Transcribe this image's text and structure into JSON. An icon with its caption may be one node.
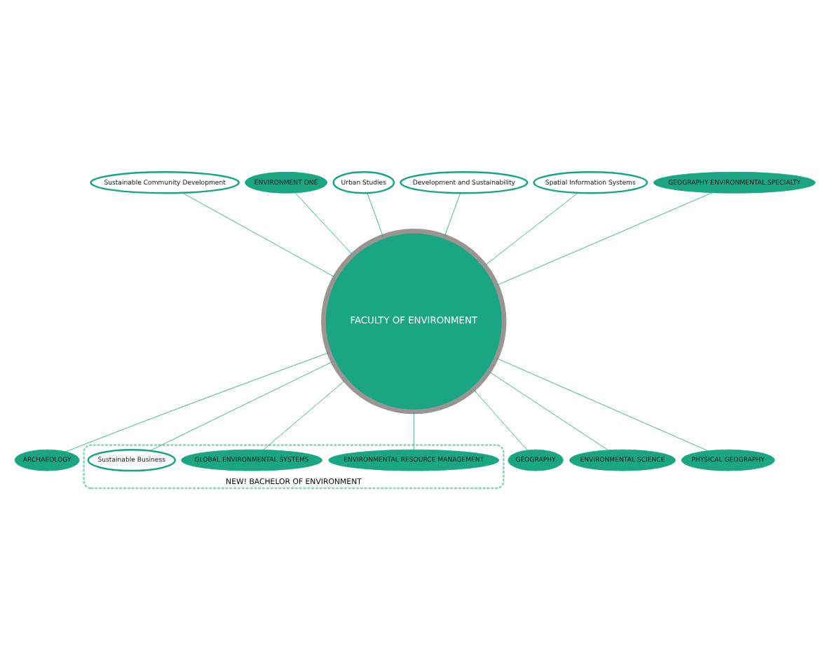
{
  "diagram": {
    "nodes": [
      {
        "text": [
          "Sustainable Community Development"
        ]
      },
      {
        "text": [
          "ENVIRONMENT ONE"
        ]
      },
      {
        "text": [
          "Urban Studies"
        ]
      },
      {
        "text": [
          "Development and Sustainability"
        ]
      },
      {
        "text": [
          "Spatial Information Systems"
        ]
      },
      {
        "text": [
          "GEOGRAPHY ENVIRONMENTAL SPECIALTY"
        ]
      },
      {
        "text": [
          "FACULTY OF ENVIRONMENT"
        ]
      },
      {
        "text": [
          "ARCHAEOLOGY"
        ]
      },
      {
        "text": [
          "NEW! BACHELOR OF ENVIRONMENT"
        ]
      },
      {
        "text": [
          "ENVIRONMENTAL RESOURCE MANAGEMENT"
        ],
        "in": 8
      },
      {
        "text": [
          "GLOBAL ENVIRONMENTAL SYSTEMS"
        ],
        "in": 8
      },
      {
        "text": [
          "GEOGRAPHY"
        ]
      },
      {
        "text": [
          "Sustainable Business"
        ],
        "in": 8
      },
      {
        "text": [
          "ENVIRONMENTAL SCIENCE"
        ]
      },
      {
        "text": [
          "PHYSICAL GEOGRAPHY"
        ]
      }
    ],
    "edges": [
      {
        "from": 4,
        "to": 6,
        "arrow": "none"
      },
      {
        "from": 1,
        "to": 6,
        "arrow": "none"
      },
      {
        "from": 2,
        "to": 6,
        "arrow": "none"
      },
      {
        "from": 0,
        "to": 6,
        "arrow": "none"
      },
      {
        "from": 3,
        "to": 6,
        "arrow": "none"
      },
      {
        "from": 5,
        "to": 6,
        "arrow": "none"
      },
      {
        "from": 6,
        "to": 9,
        "arrow": "none"
      },
      {
        "from": 6,
        "to": 10,
        "arrow": "none"
      },
      {
        "from": 6,
        "to": 12,
        "arrow": "none"
      },
      {
        "from": 6,
        "to": 14,
        "arrow": "none"
      },
      {
        "from": 6,
        "to": 13,
        "arrow": "none"
      },
      {
        "from": 6,
        "to": 11,
        "arrow": "none"
      },
      {
        "from": 6,
        "to": 7,
        "arrow": "none"
      }
    ]
  }
}
